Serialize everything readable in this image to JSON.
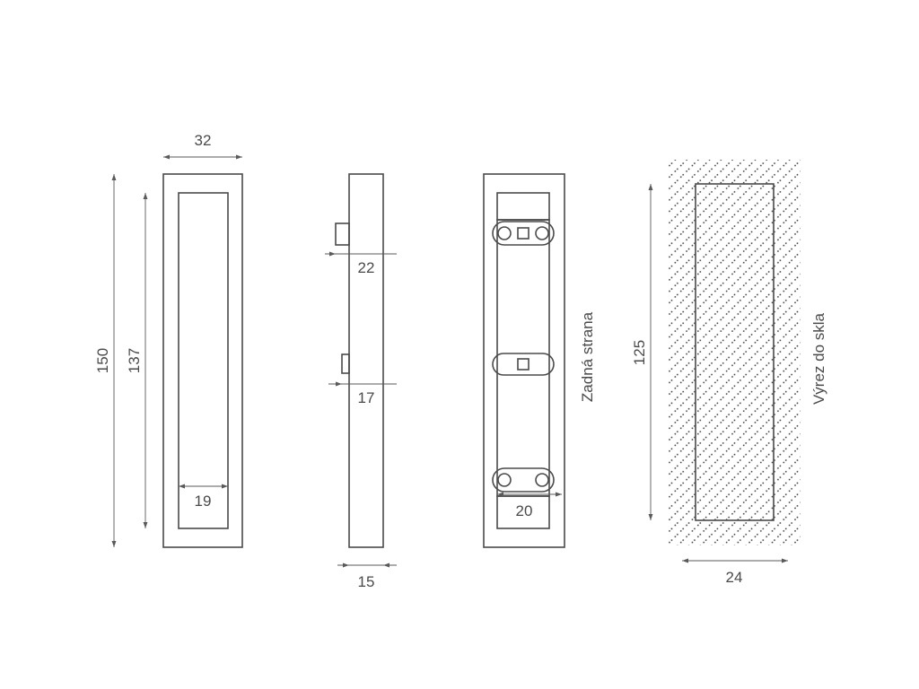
{
  "front_view": {
    "width_label": "32",
    "height_label": "150",
    "inner_height_label": "137",
    "grip_width_label": "19"
  },
  "side_view": {
    "upper_offset_label": "22",
    "lower_offset_label": "17",
    "depth_label": "15"
  },
  "back_view": {
    "caption": "Zadná strana",
    "plate_width_label": "20"
  },
  "cutout_view": {
    "caption": "Výrez do skla",
    "height_label": "125",
    "width_label": "24"
  }
}
